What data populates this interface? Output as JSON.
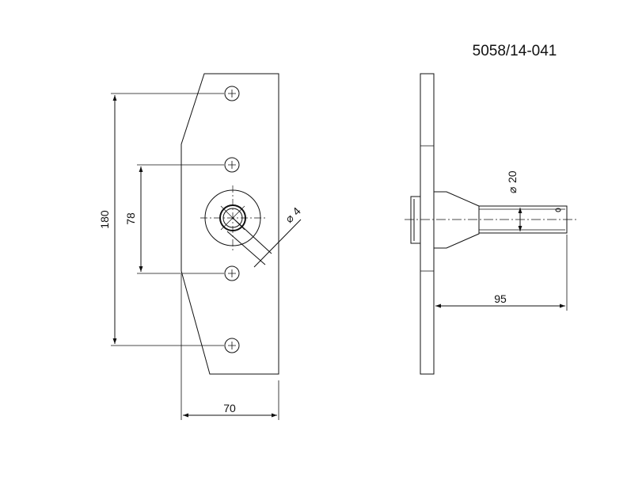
{
  "drawing_number": "5058/14-041",
  "dimensions": {
    "overall_hole_spacing": "180",
    "inner_hole_spacing": "78",
    "plate_width": "70",
    "hole_diameter": "4",
    "shaft_diameter": "20",
    "shaft_length": "95"
  },
  "symbols": {
    "diameter": "⌀"
  },
  "colors": {
    "line": "#111111",
    "background": "#ffffff"
  }
}
